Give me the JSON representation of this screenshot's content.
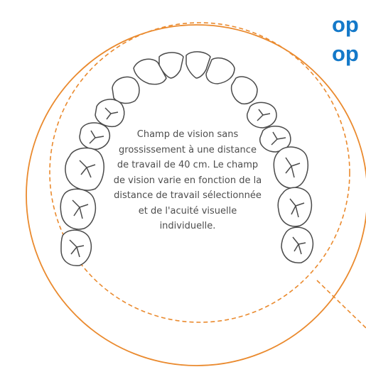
{
  "heading": {
    "line1": "op",
    "line2": "op"
  },
  "caption": {
    "text": "Champ de vision sans grossissement à une distance de travail de 40 cm. Le champ de vision varie en fonction de la distance de travail sélectionnée et de l'acuité visuelle individuelle."
  },
  "colors": {
    "accent_orange": "#ea8a2e",
    "heading_blue": "#1479c9",
    "tooth_outline": "#4a4a4a",
    "caption_text": "#4d4d4d"
  },
  "icons": {
    "teeth": "dental-arch-illustration"
  }
}
